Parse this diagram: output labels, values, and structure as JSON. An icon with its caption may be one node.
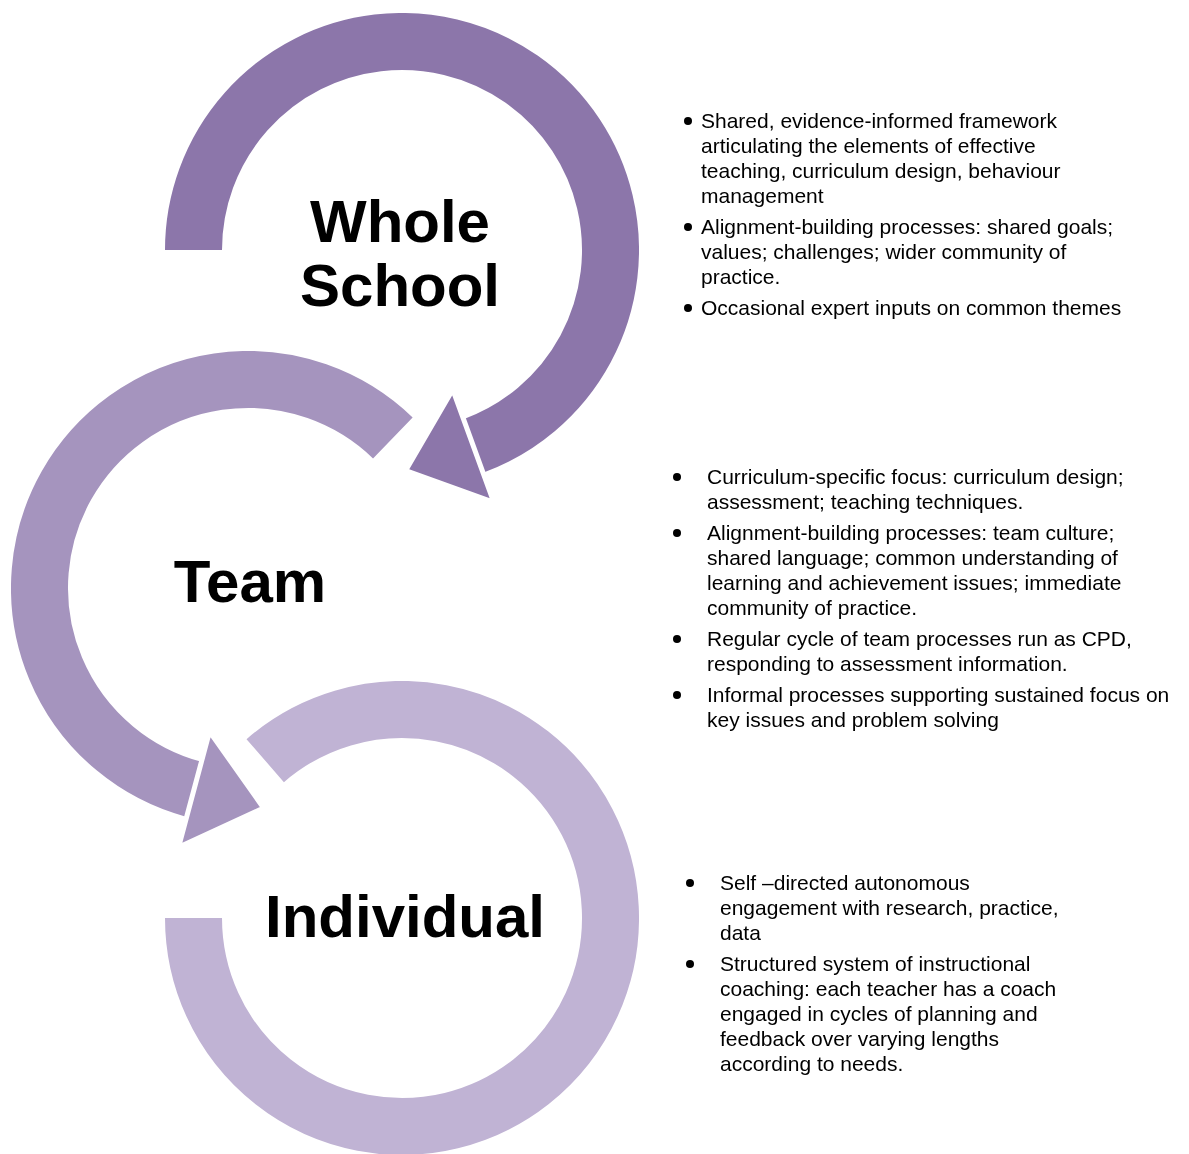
{
  "diagram": {
    "nodes": [
      {
        "text": [
          "Whole School"
        ]
      },
      {
        "text": [
          "Team"
        ]
      },
      {
        "text": [
          "Individual"
        ]
      }
    ],
    "edges": [
      {
        "from": 0,
        "to": 1,
        "arrow": "to"
      },
      {
        "from": 1,
        "to": 2,
        "arrow": "to"
      }
    ],
    "labels": [
      "Shared, evidence-informed framework articulating the elements of effective teaching, curriculum design, behaviour management",
      "Alignment-building processes: shared goals; values; challenges; wider community of practice.",
      "Occasional expert inputs on common themes",
      "Curriculum-specific focus: curriculum design; assessment; teaching techniques.",
      "Alignment-building processes: team culture; shared language; common understanding of learning and achievement issues; immediate community of practice.",
      "Regular cycle of team processes run as CPD, responding to assessment information.",
      "Informal processes supporting sustained focus on key issues and problem solving",
      "Self –directed autonomous engagement with research, practice, data",
      "Structured system of instructional coaching: each teacher has a coach engaged in cycles of planning and feedback over varying lengths according to needs."
    ]
  }
}
